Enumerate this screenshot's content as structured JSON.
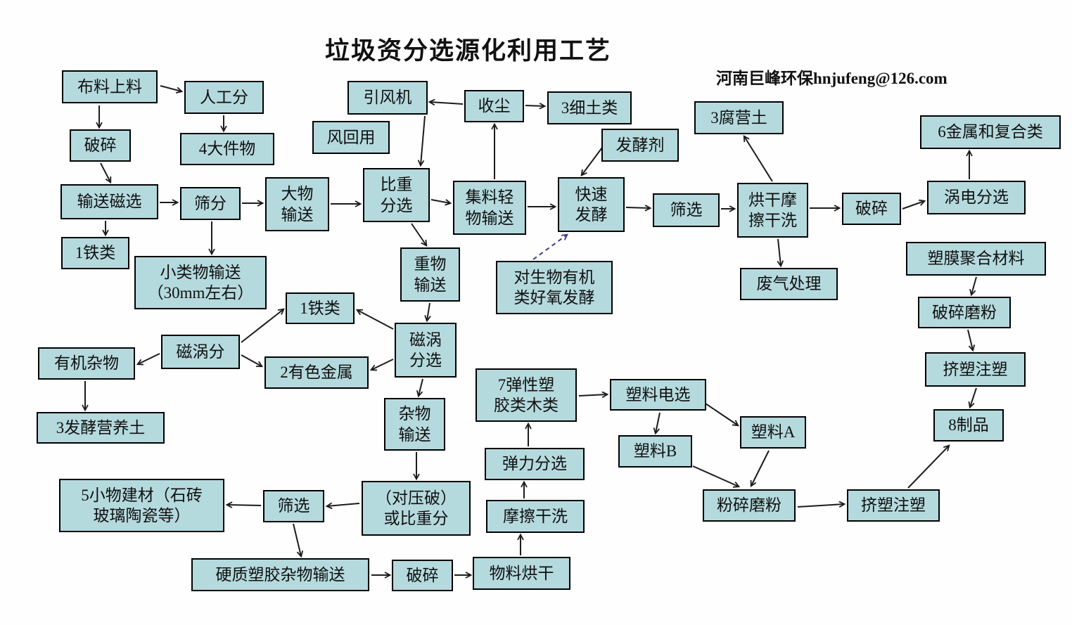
{
  "title": "垃圾资分选源化利用工艺",
  "subtitle": "河南巨峰环保hnjufeng@126.com",
  "colors": {
    "node_fill": "#b5dade",
    "node_border": "#000000",
    "arrow": "#1c1c1c",
    "dashed_arrow": "#3a3a8f",
    "background": "#ffffff",
    "text": "#101010"
  },
  "nodes": {
    "buliao_shangliao": "布料上料",
    "rengong_fen": "人工分",
    "posui_1": "破碎",
    "dajianwu": "4大件物",
    "shusong_cixuan": "输送磁选",
    "tielei_1": "1铁类",
    "shaifen": "筛分",
    "xiaoleiwu_shusong": "小类物输送\n（30mm左右）",
    "dawu_shusong": "大物\n输送",
    "yinfengji": "引风机",
    "feng_huiyong": "风回用",
    "bizhong_fenxuan": "比重\n分选",
    "shouchen": "收尘",
    "xitulei": "3细土类",
    "jiliao_qingwu_shusong": "集料轻\n物输送",
    "fajiaoji": "发酵剂",
    "kuaisu_fajiao": "快速\n发酵",
    "shaixuan_1": "筛选",
    "fuyingtu": "3腐营土",
    "honggan_moca_ganxi": "烘干摩\n擦干洗",
    "posui_2": "破碎",
    "wodian_fenxuan": "涡电分选",
    "jinshu_fuhelei": "6金属和复合类",
    "feiqi_chuli": "废气处理",
    "dui_shengwu_youji": "对生物有机\n类好氧发酵",
    "zhongwu_shusong": "重物\n输送",
    "ciwo_fenxuan": "磁涡\n分选",
    "tielei_2": "1铁类",
    "ciwofen": "磁涡分",
    "youji_zawu": "有机杂物",
    "fajiao_yingyangtu": "3发酵营养土",
    "youse_jinshu": "2有色金属",
    "zawu_shusong": "杂物\n输送",
    "tanxing_sujiao_mulei": "7弹性塑\n胶类木类",
    "suliao_dianxuan": "塑料电选",
    "suliao_B": "塑料B",
    "suliao_A": "塑料A",
    "tanli_fenxuan": "弹力分选",
    "moca_ganxi": "摩擦干洗",
    "duiyapo_bizhongfen": "（对压破）\n或比重分",
    "shaixuan_2": "筛选",
    "xiaowu_jiancai": "5小物建材（石砖\n玻璃陶瓷等）",
    "yingzhi_sujiao_zawu": "硬质塑胶杂物输送",
    "posui_3": "破碎",
    "wuliao_honggan": "物料烘干",
    "sumo_juhe_cailiao": "塑膜聚合材料",
    "posui_mofen": "破碎磨粉",
    "jisu_zhusu_1": "挤塑注塑",
    "zhipin": "8制品",
    "fensui_mofen": "粉碎磨粉",
    "jisu_zhusu_2": "挤塑注塑"
  },
  "edges": [
    {
      "from": "buliao_shangliao",
      "to": "rengong_fen"
    },
    {
      "from": "buliao_shangliao",
      "to": "posui_1"
    },
    {
      "from": "rengong_fen",
      "to": "dajianwu"
    },
    {
      "from": "posui_1",
      "to": "shusong_cixuan"
    },
    {
      "from": "shusong_cixuan",
      "to": "shaifen"
    },
    {
      "from": "shusong_cixuan",
      "to": "tielei_1"
    },
    {
      "from": "shaifen",
      "to": "dawu_shusong"
    },
    {
      "from": "shaifen",
      "to": "xiaoleiwu_shusong"
    },
    {
      "from": "dawu_shusong",
      "to": "bizhong_fenxuan"
    },
    {
      "from": "yinfengji",
      "to": "bizhong_fenxuan"
    },
    {
      "from": "bizhong_fenxuan",
      "to": "jiliao_qingwu_shusong"
    },
    {
      "from": "bizhong_fenxuan",
      "to": "zhongwu_shusong"
    },
    {
      "from": "shouchen",
      "to": "yinfengji"
    },
    {
      "from": "shouchen",
      "to": "xitulei"
    },
    {
      "from": "jiliao_qingwu_shusong",
      "to": "shouchen"
    },
    {
      "from": "jiliao_qingwu_shusong",
      "to": "kuaisu_fajiao"
    },
    {
      "from": "fajiaoji",
      "to": "kuaisu_fajiao"
    },
    {
      "from": "kuaisu_fajiao",
      "to": "shaixuan_1"
    },
    {
      "from": "shaixuan_1",
      "to": "honggan_moca_ganxi"
    },
    {
      "from": "honggan_moca_ganxi",
      "to": "fuyingtu"
    },
    {
      "from": "honggan_moca_ganxi",
      "to": "posui_2"
    },
    {
      "from": "honggan_moca_ganxi",
      "to": "feiqi_chuli"
    },
    {
      "from": "posui_2",
      "to": "wodian_fenxuan"
    },
    {
      "from": "wodian_fenxuan",
      "to": "jinshu_fuhelei"
    },
    {
      "from": "dui_shengwu_youji",
      "to": "kuaisu_fajiao",
      "style": "dashed"
    },
    {
      "from": "zhongwu_shusong",
      "to": "ciwo_fenxuan"
    },
    {
      "from": "ciwo_fenxuan",
      "to": "tielei_2"
    },
    {
      "from": "ciwo_fenxuan",
      "to": "youse_jinshu"
    },
    {
      "from": "ciwo_fenxuan",
      "to": "zawu_shusong"
    },
    {
      "from": "ciwofen",
      "to": "tielei_2"
    },
    {
      "from": "ciwofen",
      "to": "youse_jinshu"
    },
    {
      "from": "ciwofen",
      "to": "youji_zawu"
    },
    {
      "from": "youji_zawu",
      "to": "fajiao_yingyangtu"
    },
    {
      "from": "zawu_shusong",
      "to": "duiyapo_bizhongfen"
    },
    {
      "from": "duiyapo_bizhongfen",
      "to": "shaixuan_2"
    },
    {
      "from": "shaixuan_2",
      "to": "xiaowu_jiancai"
    },
    {
      "from": "shaixuan_2",
      "to": "yingzhi_sujiao_zawu"
    },
    {
      "from": "yingzhi_sujiao_zawu",
      "to": "posui_3"
    },
    {
      "from": "posui_3",
      "to": "wuliao_honggan"
    },
    {
      "from": "wuliao_honggan",
      "to": "moca_ganxi"
    },
    {
      "from": "moca_ganxi",
      "to": "tanli_fenxuan"
    },
    {
      "from": "tanli_fenxuan",
      "to": "tanxing_sujiao_mulei"
    },
    {
      "from": "tanxing_sujiao_mulei",
      "to": "suliao_dianxuan"
    },
    {
      "from": "suliao_dianxuan",
      "to": "suliao_B"
    },
    {
      "from": "suliao_dianxuan",
      "to": "suliao_A"
    },
    {
      "from": "suliao_B",
      "to": "fensui_mofen"
    },
    {
      "from": "suliao_A",
      "to": "fensui_mofen"
    },
    {
      "from": "fensui_mofen",
      "to": "jisu_zhusu_2"
    },
    {
      "from": "jisu_zhusu_2",
      "to": "zhipin"
    },
    {
      "from": "sumo_juhe_cailiao",
      "to": "posui_mofen"
    },
    {
      "from": "posui_mofen",
      "to": "jisu_zhusu_1"
    },
    {
      "from": "jisu_zhusu_1",
      "to": "zhipin"
    }
  ]
}
